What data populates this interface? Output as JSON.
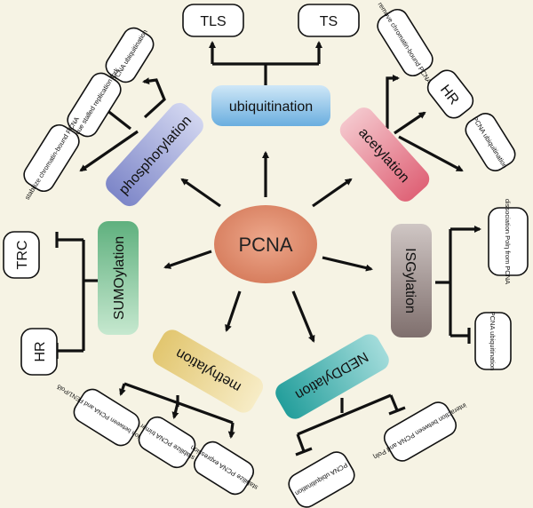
{
  "center": {
    "label": "PCNA"
  },
  "modifications": {
    "ubiquitination": "ubiquitination",
    "phosphorylation": "phosphorylation",
    "acetylation": "acetylation",
    "sumoylation": "SUMOylation",
    "isgylation": "ISGylation",
    "neddylation": "NEDDylation",
    "methylation": "methylation"
  },
  "outcomes": {
    "ubiquitination": [
      "TLS",
      "TS"
    ],
    "phosphorylation": [
      "PCNA ubiquitination",
      "rescue stalled replication fork",
      "stabilize chromatin-bound PCNA"
    ],
    "acetylation": [
      "remove chromatin-bound PCNA",
      "HR",
      "PCNA ubiquitination"
    ],
    "sumoylation": [
      "TRC",
      "HR"
    ],
    "isgylation": [
      "dissociation Polη from PCNA",
      "PCNA ubiquitination"
    ],
    "neddylation": [
      "interaction between PCNA and Polη",
      "PCNA ubiquitination"
    ],
    "methylation": [
      "interaction between PCNA and FEN1/Polδ",
      "stabilize PCNA trimer",
      "stabilize PCNA expression"
    ]
  },
  "colors": {
    "background": "#f6f3e4",
    "center": "#e08c6e",
    "ubiquitination": "#8ec3e8",
    "phosphorylation": "#8f98d2",
    "acetylation": "#e67f8e",
    "sumoylation": "#82c69a",
    "isgylation": "#9d8d8a",
    "neddylation": "#3db4b1",
    "methylation": "#ecd695"
  }
}
